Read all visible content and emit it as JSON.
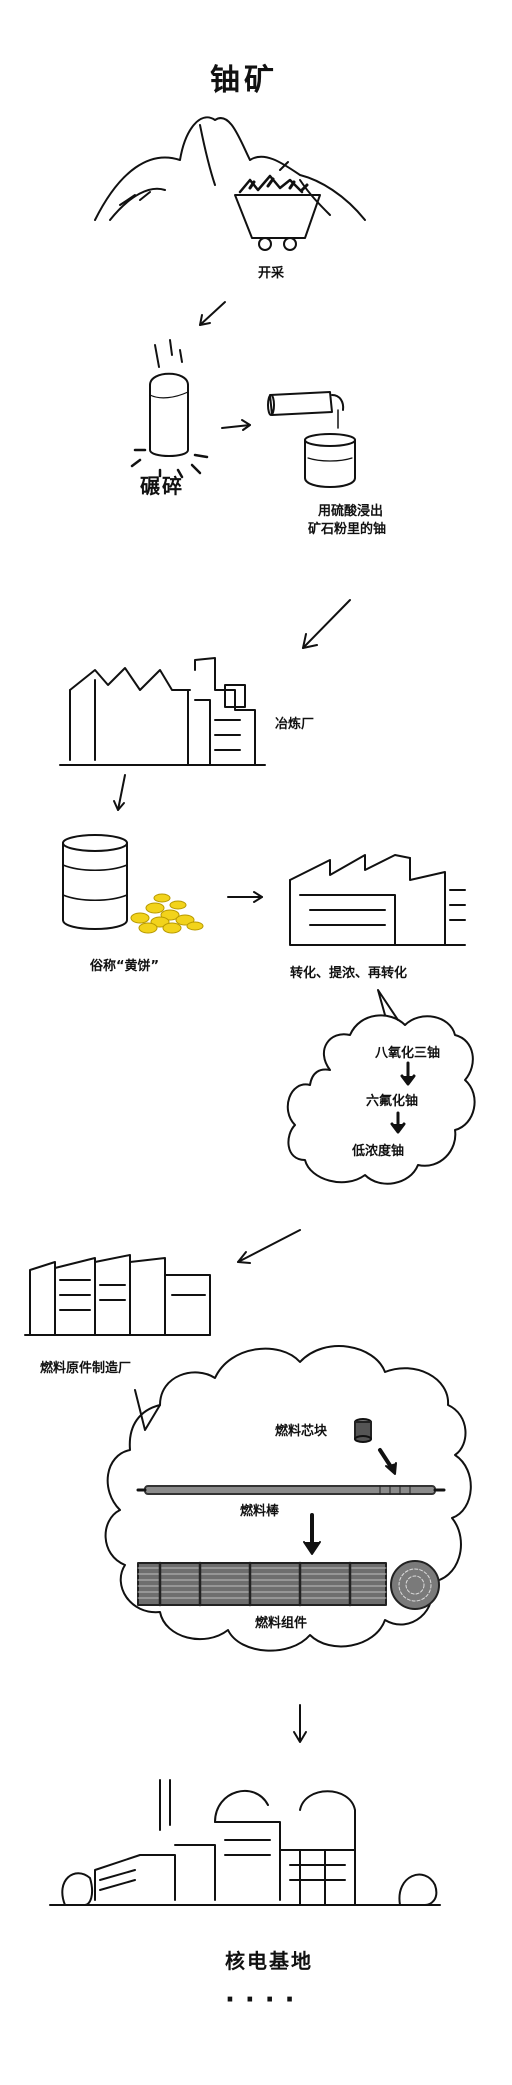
{
  "title": "铀矿",
  "steps": {
    "mining": "开采",
    "crushing": "碾碎",
    "leaching_line1": "用硫酸浸出",
    "leaching_line2": "矿石粉里的铀",
    "smelter": "冶炼厂",
    "yellowcake": "俗称“黄饼”",
    "conversion": "转化、提浓、再转化",
    "uf8": "八氧化三铀",
    "uf6": "六氟化铀",
    "leu": "低浓度铀",
    "fuel_factory": "燃料原件制造厂",
    "pellet": "燃料芯块",
    "rod": "燃料棒",
    "assembly": "燃料组件",
    "nuclear_base": "核电基地",
    "ellipsis": "····"
  },
  "colors": {
    "ink": "#111111",
    "gold": "#f2d31b",
    "gray": "#9a9a9a"
  }
}
